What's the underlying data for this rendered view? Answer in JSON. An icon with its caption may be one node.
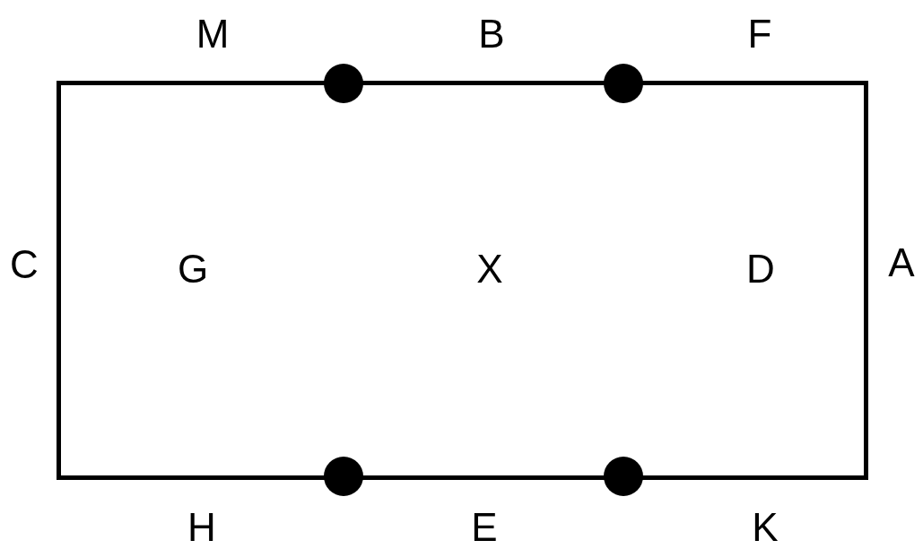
{
  "diagram": {
    "nodes": [
      {
        "text": [
          "G",
          "X",
          "D"
        ]
      },
      {
        "text": [],
        "shape": "circle"
      },
      {
        "text": [],
        "shape": "circle"
      },
      {
        "text": [],
        "shape": "circle"
      },
      {
        "text": [],
        "shape": "circle"
      }
    ],
    "labels": [
      "M",
      "B",
      "F",
      "C",
      "A",
      "H",
      "E",
      "K"
    ]
  }
}
